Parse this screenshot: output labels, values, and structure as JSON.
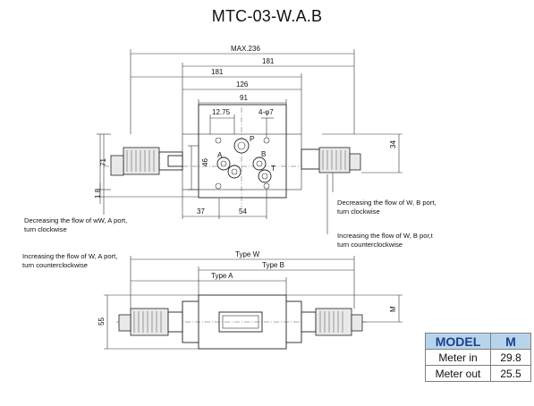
{
  "title": "MTC-03-W.A.B",
  "dimensions": {
    "max": "MAX.236",
    "d181_top": "181",
    "d181_left": "181",
    "d126": "126",
    "d91": "91",
    "d12_75": "12.75",
    "d4_67": "4-φ7",
    "d34": "34",
    "d71": "71",
    "d46": "46",
    "d1_8": "1.8",
    "d37": "37",
    "d54": "54",
    "d55": "55",
    "m": "M"
  },
  "ports": {
    "p": "P",
    "a": "A",
    "b": "B",
    "t": "T"
  },
  "notes": {
    "left_decrease_1": "Decreasing the flow of wW, A port,",
    "left_decrease_2": "turn  clockwise",
    "left_increase_1": "Increasing the flow of W, A port,",
    "left_increase_2": "turn  counterclockwise",
    "right_decrease_1": "Decreasing the flow of W, B port,",
    "right_decrease_2": "turn  clockwise",
    "right_increase_1": "Increasing the flow of W, B por,t",
    "right_increase_2": "turn  counterclockwise"
  },
  "types": {
    "type_w": "Type W",
    "type_b": "Type B",
    "type_a": "Type A"
  },
  "model_table": {
    "header_label": "MODEL",
    "header_value": "M",
    "rows": [
      {
        "label": "Meter in",
        "value": "29.8"
      },
      {
        "label": "Meter out",
        "value": "25.5"
      }
    ]
  }
}
